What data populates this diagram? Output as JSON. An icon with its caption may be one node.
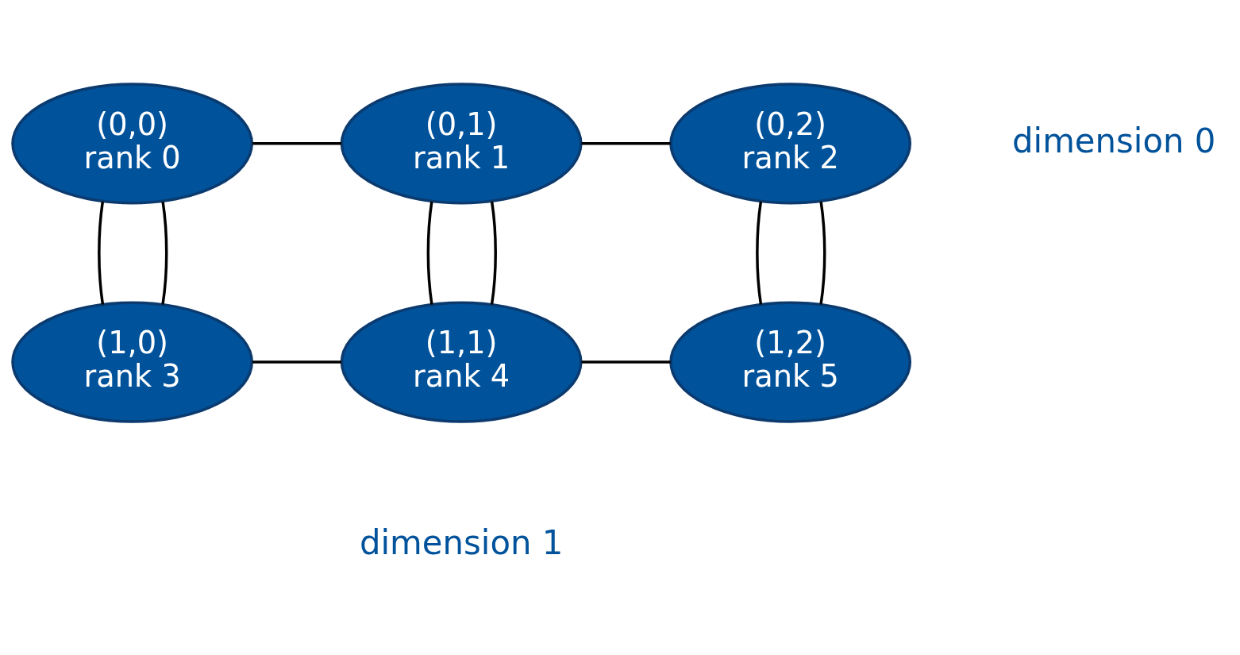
{
  "diagram": {
    "nodes": [
      {
        "text": [
          "(0,0)",
          "rank 0"
        ]
      },
      {
        "text": [
          "(0,1)",
          "rank 1"
        ]
      },
      {
        "text": [
          "(0,2)",
          "rank 2"
        ]
      },
      {
        "text": [
          "(1,0)",
          "rank 3"
        ]
      },
      {
        "text": [
          "(1,1)",
          "rank 4"
        ]
      },
      {
        "text": [
          "(1,2)",
          "rank 5"
        ]
      }
    ],
    "edges": [
      {
        "from": 0,
        "to": 1,
        "arrow": "none"
      },
      {
        "from": 1,
        "to": 2,
        "arrow": "none"
      },
      {
        "from": 0,
        "to": 3,
        "arrow": "none"
      },
      {
        "from": 1,
        "to": 4,
        "arrow": "none"
      },
      {
        "from": 2,
        "to": 5,
        "arrow": "none"
      },
      {
        "from": 3,
        "to": 4,
        "arrow": "none"
      },
      {
        "from": 4,
        "to": 5,
        "arrow": "none"
      },
      {
        "from": 0,
        "to": 3,
        "arrow": "none"
      },
      {
        "from": 1,
        "to": 4,
        "arrow": "none"
      },
      {
        "from": 2,
        "to": 5,
        "arrow": "none"
      }
    ],
    "labels": [
      "dimension 0",
      "dimension 1"
    ]
  }
}
